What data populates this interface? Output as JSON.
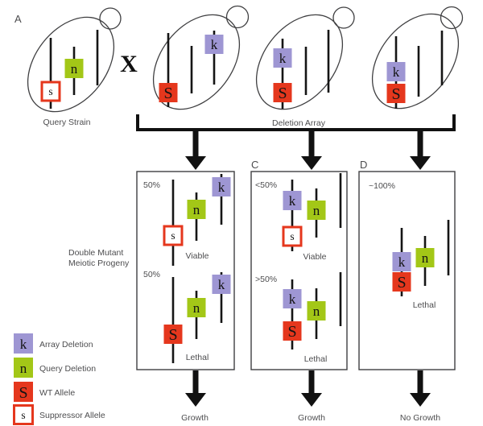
{
  "colors": {
    "array_deletion_fill": "#9e96d3",
    "query_deletion_fill": "#a3c717",
    "wt_allele_fill": "#e5371d",
    "suppressor_border": "#e5371d",
    "chromosome_line": "#151515",
    "gray_text": "#4d4d4f"
  },
  "labels": {
    "panel_a": "A",
    "panel_c": "C",
    "panel_d": "D",
    "query_strain": "Query Strain",
    "cross": "X",
    "deletion_array": "Deletion Array",
    "double_mutant_line1": "Double Mutant",
    "double_mutant_line2": "Meiotic Progeny"
  },
  "alleles": {
    "k": "k",
    "n": "n",
    "S": "S",
    "s": "s"
  },
  "panel_b": {
    "viable_pct": "50%",
    "viable_label": "Viable",
    "lethal_pct": "50%",
    "lethal_label": "Lethal",
    "outcome": "Growth"
  },
  "panel_c": {
    "viable_pct": "<50%",
    "viable_label": "Viable",
    "lethal_pct": ">50%",
    "lethal_label": "Lethal",
    "outcome": "Growth"
  },
  "panel_d": {
    "pct": "~100%",
    "lethal_label": "Lethal",
    "outcome": "No Growth"
  },
  "legend": {
    "items": [
      {
        "letter": "k",
        "label": "Array Deletion"
      },
      {
        "letter": "n",
        "label": "Query Deletion"
      },
      {
        "letter": "S",
        "label": "WT Allele"
      },
      {
        "letter": "s",
        "label": "Suppressor Allele"
      }
    ]
  }
}
